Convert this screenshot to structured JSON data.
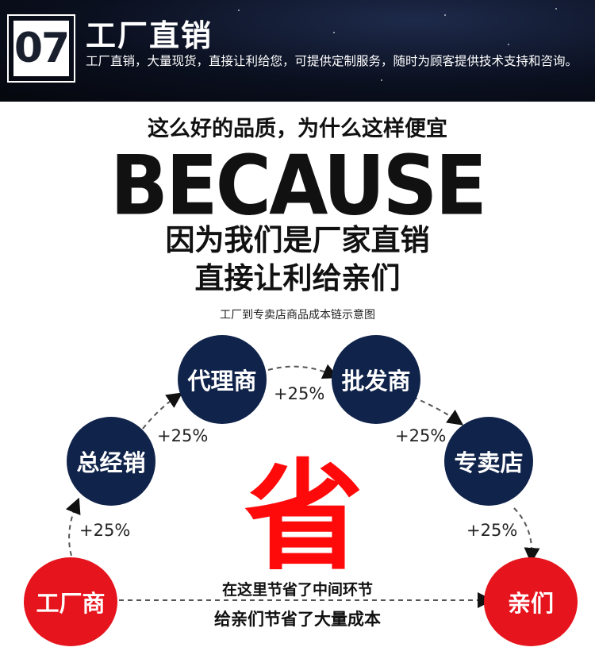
{
  "header": {
    "number": "07",
    "title": "工厂直销",
    "description": "工厂直销，大量现货，直接让利给您，可提供定制服务，随时为顾客提供技术支持和咨询。"
  },
  "headline": {
    "question": "这么好的品质，为什么这样便宜",
    "because": "BECAUSE",
    "line1": "因为我们是厂家直销",
    "line2": "直接让利给亲们"
  },
  "diagram": {
    "title": "工厂到专卖店商品成本链示意图",
    "nodes": {
      "factory": "工厂商",
      "general": "总经销",
      "agent": "代理商",
      "wholesale": "批发商",
      "store": "专卖店",
      "customer": "亲们"
    },
    "markups": [
      "+25%",
      "+25%",
      "+25%",
      "+25%",
      "+25%"
    ],
    "save_char": "省",
    "note1": "在这里节省了中间环节",
    "note2": "给亲们节省了大量成本",
    "colors": {
      "navy": "#10234a",
      "red": "#e6141c",
      "save": "#ff0a0a"
    }
  }
}
